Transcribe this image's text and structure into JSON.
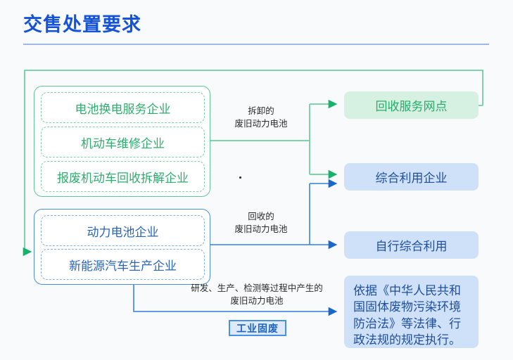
{
  "header": {
    "title": "交售处置要求"
  },
  "sources": {
    "green_group": {
      "name": "green-source-group",
      "items": [
        {
          "label": "电池换电服务企业"
        },
        {
          "label": "机动车维修企业"
        },
        {
          "label": "报废机动车回收拆解企业"
        }
      ]
    },
    "blue_group": {
      "name": "blue-source-group",
      "items": [
        {
          "label": "动力电池企业"
        },
        {
          "label": "新能源汽车生产企业"
        }
      ]
    }
  },
  "edge_labels": {
    "dismantled": "拆卸的\n废旧动力电池",
    "recycled": "回收的\n废旧动力电池",
    "process_generated": "研发、生产、检测等过程中产生的\n废旧动力电池"
  },
  "badge": {
    "label": "工业固废"
  },
  "targets": {
    "recycle_service": "回收服务网点",
    "comprehensive_use": "综合利用企业",
    "self_use": "自行综合利用",
    "legal_note": "依据《中华人民共和国固体废物污染环境防治法》等法律、行政法规的规定执行。"
  },
  "colors": {
    "title_blue": "#1552d6",
    "green_line": "#5ec894",
    "blue_line": "#3d80cf",
    "green_fill": "#d6f0e2",
    "blue_fill": "#cfe1f8",
    "green_text": "#2bab6b",
    "blue_text": "#1f4f9c",
    "page_bg": "#f8fafc"
  }
}
